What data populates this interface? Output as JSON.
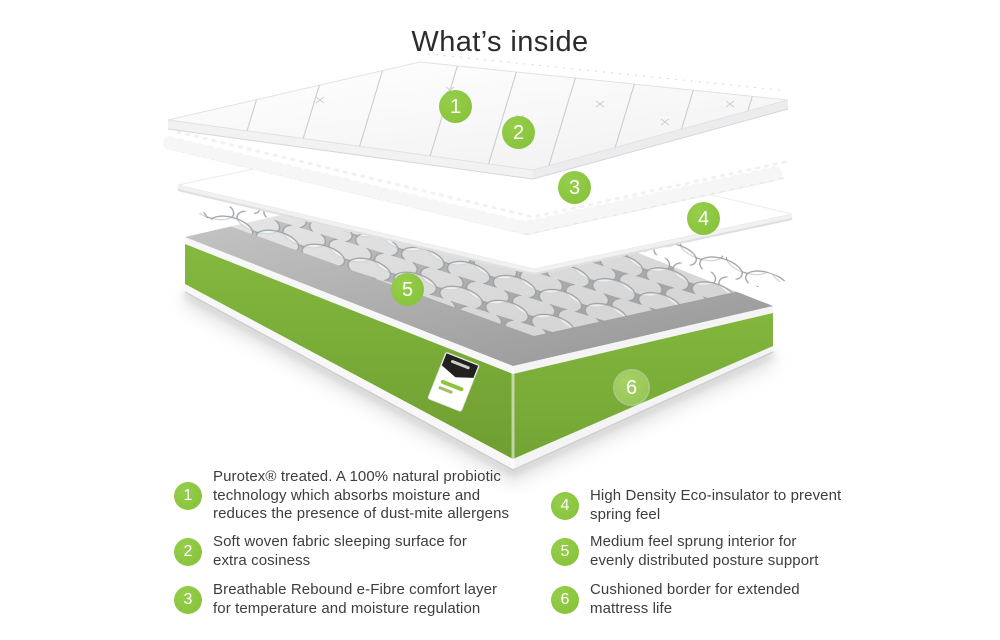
{
  "title": "What’s inside",
  "diagram": {
    "callouts": [
      {
        "n": "1"
      },
      {
        "n": "2"
      },
      {
        "n": "3"
      },
      {
        "n": "4"
      },
      {
        "n": "5"
      },
      {
        "n": "6"
      }
    ]
  },
  "legend": {
    "left": [
      {
        "n": "1",
        "lines": [
          "Purotex® treated. A 100% natural probiotic",
          "technology which absorbs moisture and",
          "reduces the presence of dust-mite allergens"
        ]
      },
      {
        "n": "2",
        "lines": [
          "Soft woven fabric sleeping surface for",
          "extra cosiness"
        ]
      },
      {
        "n": "3",
        "lines": [
          "Breathable Rebound e-Fibre comfort layer",
          "for temperature and moisture regulation"
        ]
      }
    ],
    "right": [
      {
        "n": "4",
        "lines": [
          "High Density Eco-insulator to prevent",
          "spring feel"
        ]
      },
      {
        "n": "5",
        "lines": [
          "Medium feel sprung interior for",
          "evenly distributed posture support"
        ]
      },
      {
        "n": "6",
        "lines": [
          "Cushioned border for extended",
          "mattress life"
        ]
      }
    ]
  },
  "colors": {
    "accent_green": "#8cc63f",
    "mattress_side_green": "#7cb338",
    "spring_coil_gray": "#9aa1a6",
    "title_text": "#2c2c2c",
    "body_text": "#3d3d3d"
  }
}
